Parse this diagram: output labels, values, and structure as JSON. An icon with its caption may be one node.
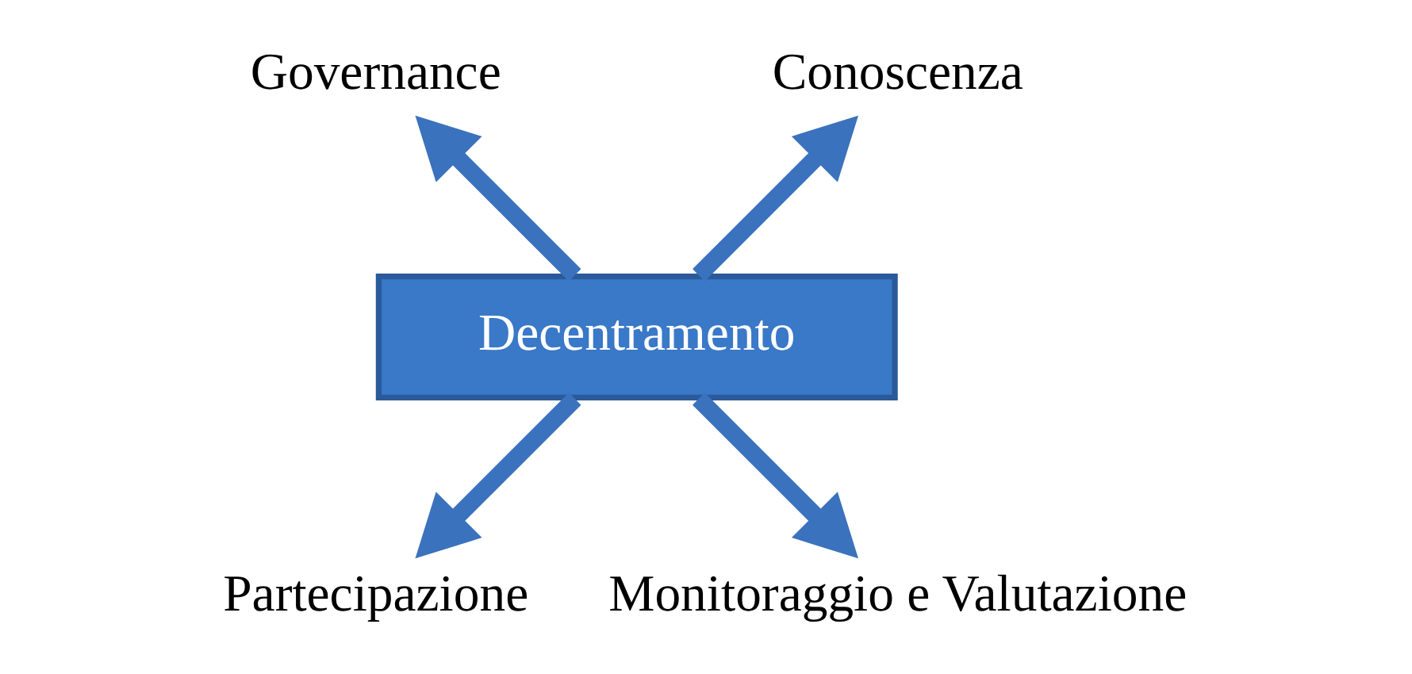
{
  "diagram": {
    "nodes": [
      {
        "text": [
          "Conoscenza"
        ]
      },
      {
        "text": [
          "Governance"
        ]
      },
      {
        "text": [
          "Decentramento"
        ]
      },
      {
        "text": [
          "Partecipazione"
        ]
      },
      {
        "text": [
          "Monitoraggio e Valutazione"
        ]
      }
    ],
    "edges": [
      {
        "from": 2,
        "to": 0,
        "arrow": "to"
      },
      {
        "from": 2,
        "to": 1,
        "arrow": "to"
      },
      {
        "from": 2,
        "to": 3,
        "arrow": "to"
      },
      {
        "from": 2,
        "to": 4,
        "arrow": "to"
      }
    ]
  }
}
